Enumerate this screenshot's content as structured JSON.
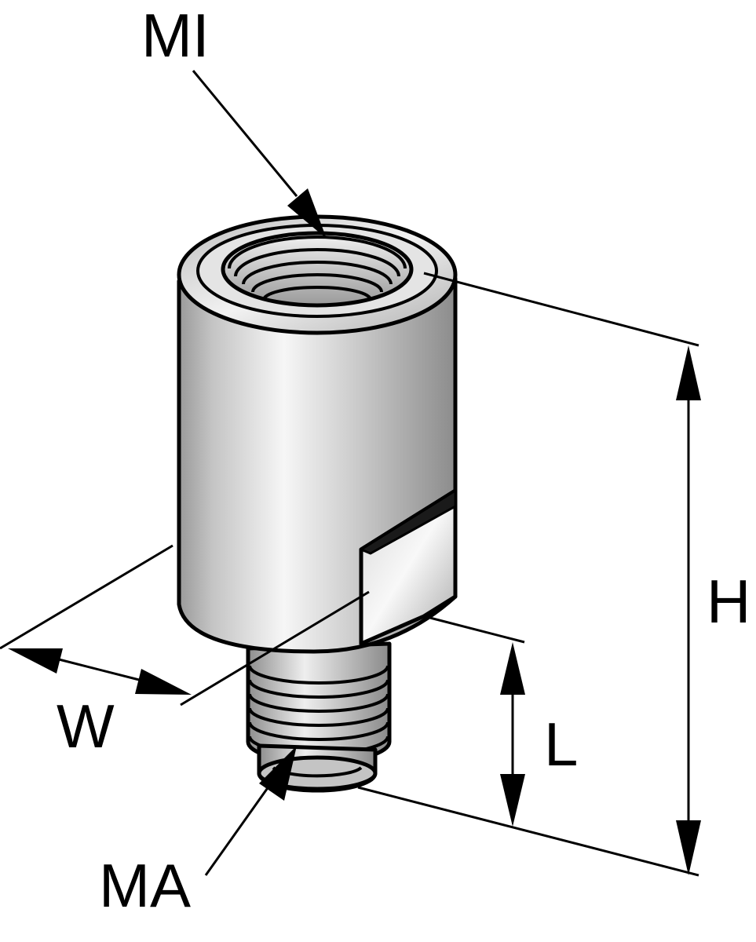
{
  "labels": {
    "female_thread": "MI",
    "male_thread": "MA",
    "height": "H",
    "width": "W",
    "thread_length": "L"
  },
  "colors": {
    "outline": "#000000",
    "metal_light": "#f4f4f4",
    "metal_mid": "#c8c8c8",
    "metal_dark": "#8a8a8a",
    "background": "#ffffff"
  }
}
